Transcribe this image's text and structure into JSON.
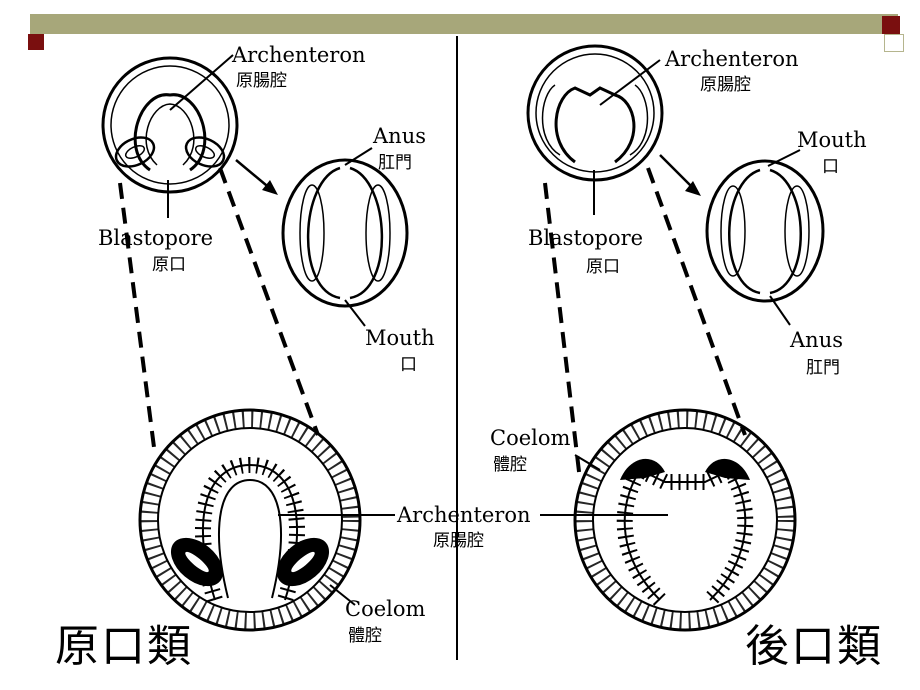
{
  "left": {
    "archenteron_en": "Archenteron",
    "archenteron_zh": "原腸腔",
    "anus_en": "Anus",
    "anus_zh": "肛門",
    "blastopore_en": "Blastopore",
    "blastopore_zh": "原口",
    "mouth_en": "Mouth",
    "mouth_zh": "口",
    "coelom_en": "Coelom",
    "coelom_zh": "體腔",
    "group": "原口類"
  },
  "center": {
    "archenteron_en": "Archenteron",
    "archenteron_zh": "原腸腔"
  },
  "right": {
    "archenteron_en": "Archenteron",
    "archenteron_zh": "原腸腔",
    "mouth_en": "Mouth",
    "mouth_zh": "口",
    "blastopore_en": "Blastopore",
    "blastopore_zh": "原口",
    "anus_en": "Anus",
    "anus_zh": "肛門",
    "coelom_en": "Coelom",
    "coelom_zh": "體腔",
    "group": "後口類"
  },
  "colors": {
    "frame_bar": "#a7a77a",
    "accent_square": "#7a0f0f",
    "ink": "#000000"
  }
}
